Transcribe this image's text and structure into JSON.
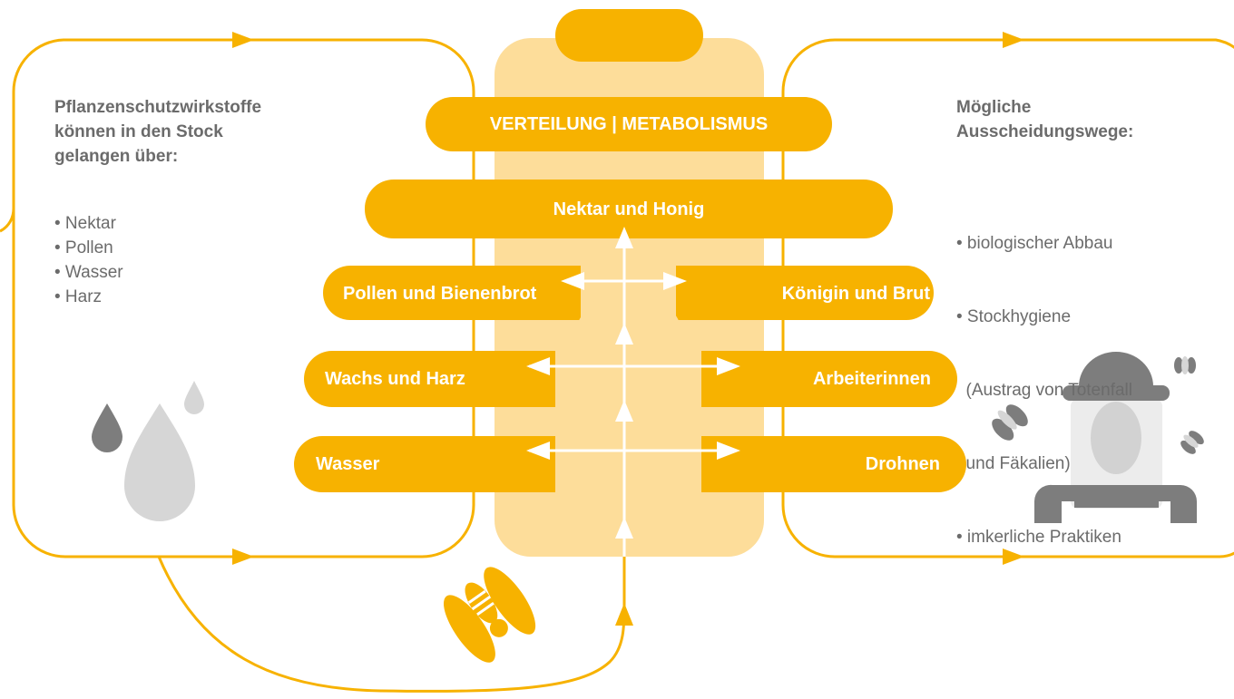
{
  "left_panel": {
    "heading": "Pflanzenschutzwirkstoffe\nkönnen in den Stock\ngelangen über:",
    "items": [
      "• Nektar",
      "• Pollen",
      "• Wasser",
      "• Harz"
    ]
  },
  "right_panel": {
    "heading": "Mögliche\nAusscheidungswege:",
    "items": [
      "• biologischer Abbau",
      "• Stockhygiene",
      "  (Austrag von Totenfall",
      "  und Fäkalien)",
      "• imkerliche Praktiken"
    ]
  },
  "hive": {
    "top": "VERTEILUNG | METABOLISMUS",
    "nectar": "Nektar und Honig",
    "pollen": "Pollen und Bienenbrot",
    "queen": "Königin und Brut",
    "wax": "Wachs und Harz",
    "workers": "Arbeiterinnen",
    "water": "Wasser",
    "drones": "Drohnen"
  },
  "colors": {
    "accent": "#f7b200",
    "hive_light": "#fddd9a",
    "text_gray": "#6b6b6b",
    "icon_gray": "#7d7d7d",
    "icon_light": "#d6d6d6"
  }
}
